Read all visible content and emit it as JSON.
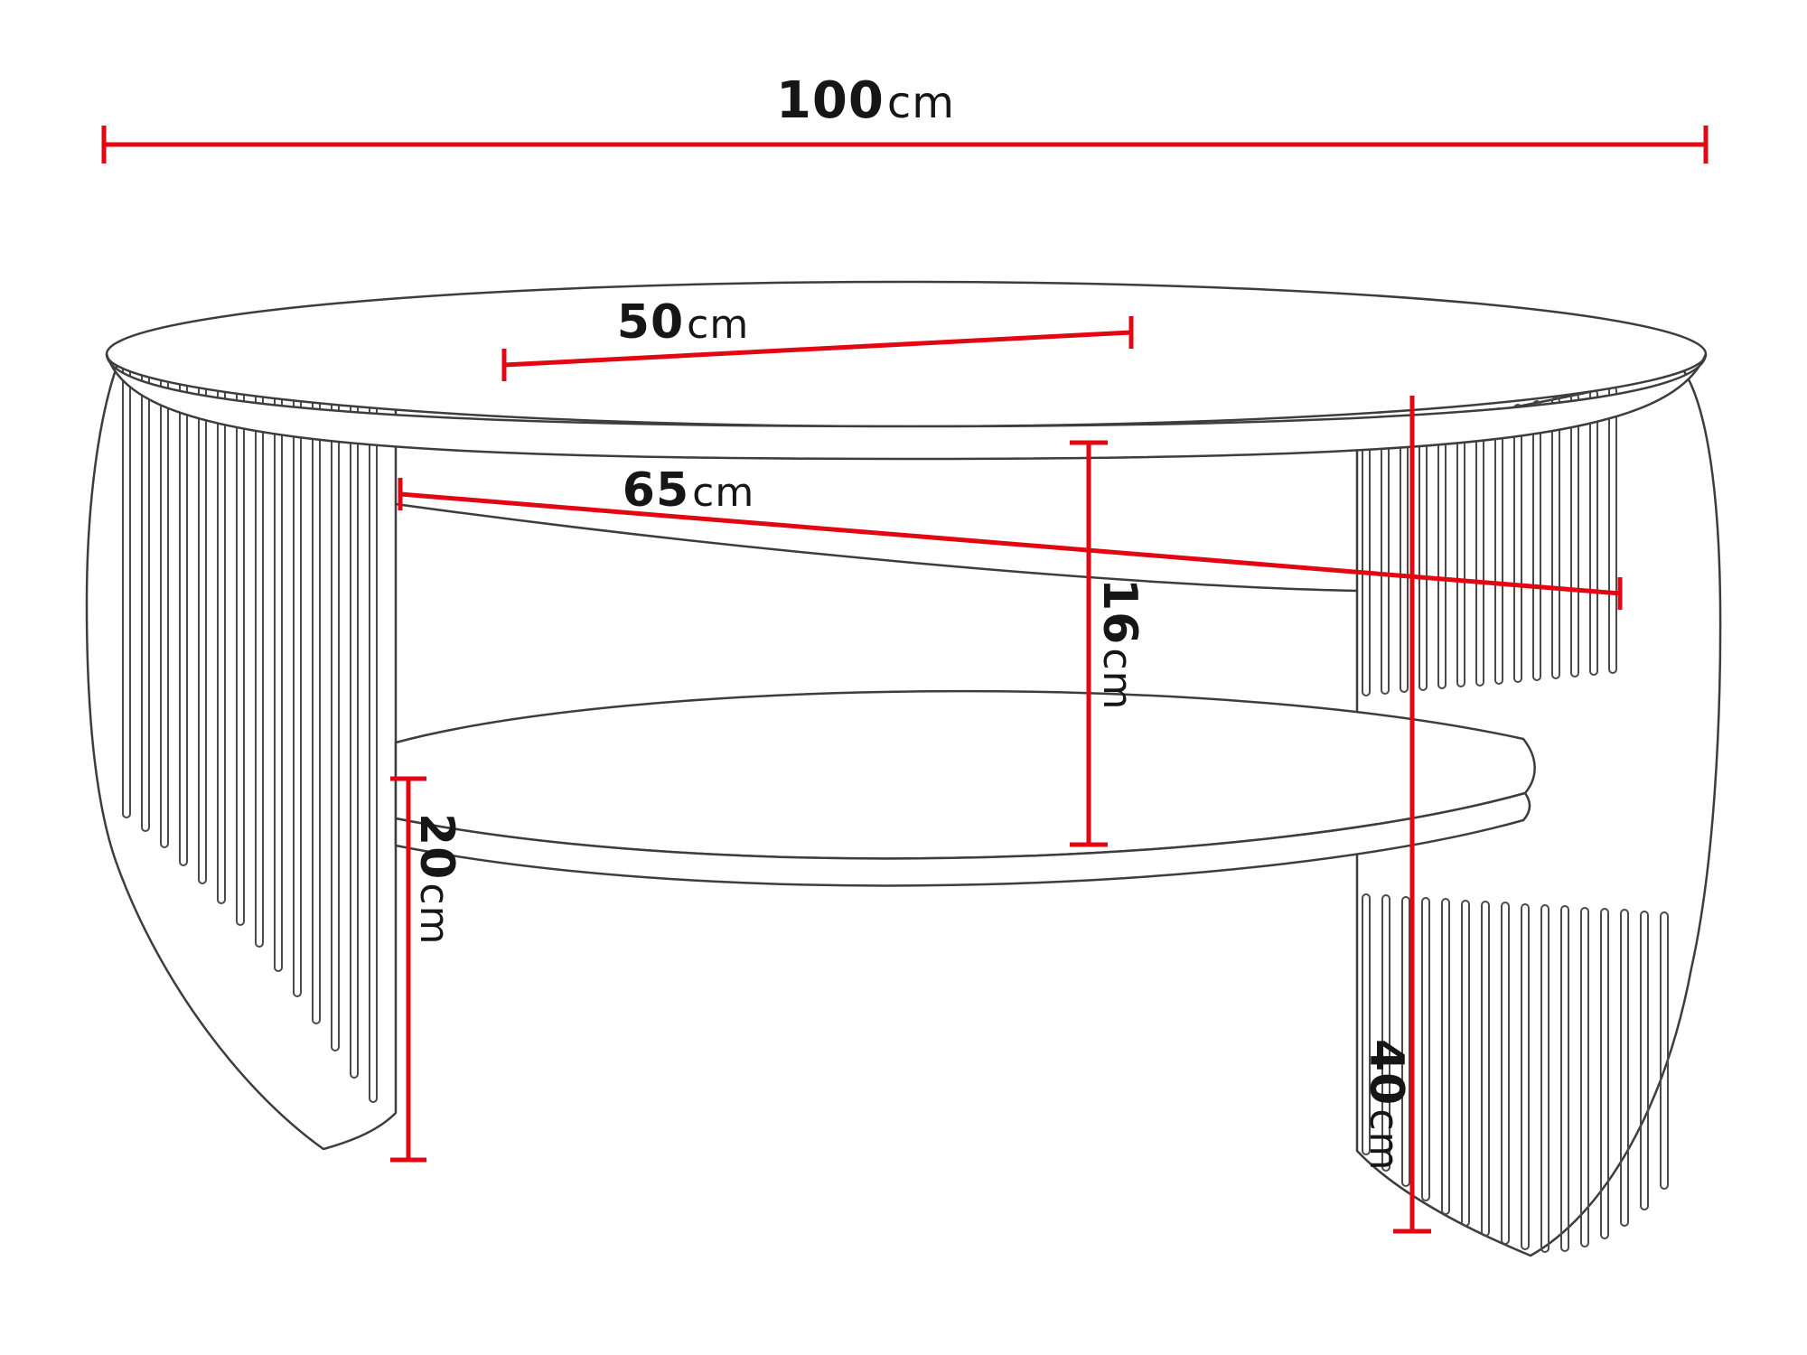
{
  "diagram": {
    "type": "furniture-dimension-drawing",
    "subject": "oval coffee table with fluted slatted side panels and lower shelf",
    "colors": {
      "dimension_line": "#e30613",
      "outline": "#3d3d3d",
      "background": "#ffffff"
    },
    "dimensions": {
      "width": {
        "value": "100",
        "unit": "cm"
      },
      "depth": {
        "value": "50",
        "unit": "cm"
      },
      "shelf_width": {
        "value": "65",
        "unit": "cm"
      },
      "opening_height": {
        "value": "16",
        "unit": "cm"
      },
      "clearance_height": {
        "value": "20",
        "unit": "cm"
      },
      "total_height": {
        "value": "40",
        "unit": "cm"
      }
    }
  }
}
